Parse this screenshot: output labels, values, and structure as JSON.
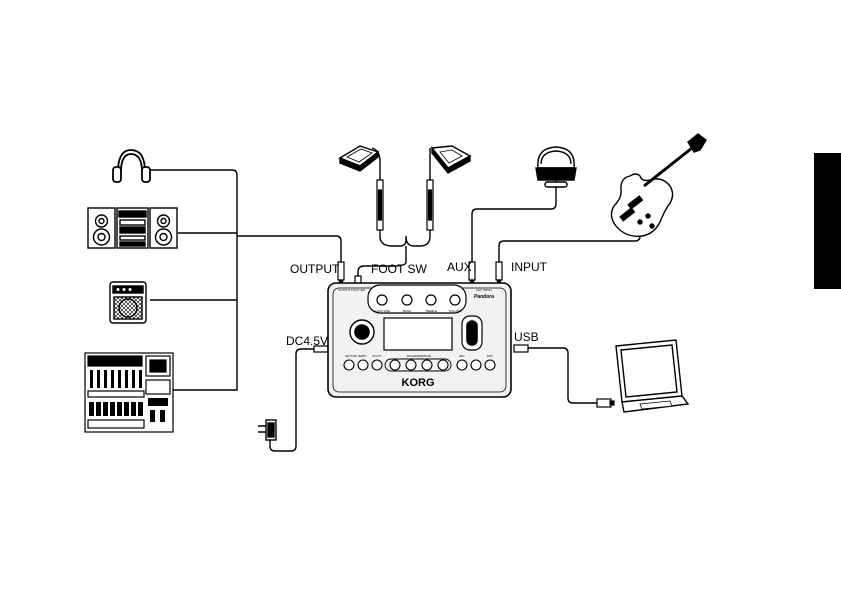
{
  "labels": {
    "output": "OUTPUT",
    "foot_sw": "FOOT SW",
    "aux": "AUX",
    "input": "INPUT",
    "dc": "DC4.5V",
    "usb": "USB"
  },
  "device": {
    "brand": "KORG",
    "logo": "Pandora",
    "top_jacks": "OUTPUT  FOOT SW",
    "top_jacks_right": "AUX      INPUT",
    "knob_labels": [
      "GAIN/TONE",
      "BASS",
      "TREBLE",
      "VOLUME"
    ],
    "row_labels": [
      "RHYTHM TEMPO",
      "UTILITY",
      "PROGRAM/BYPASS",
      "REC",
      "EXIT"
    ]
  },
  "colors": {
    "line": "#000000",
    "device_fill": "#f2f2f2",
    "tab": "#000000"
  }
}
